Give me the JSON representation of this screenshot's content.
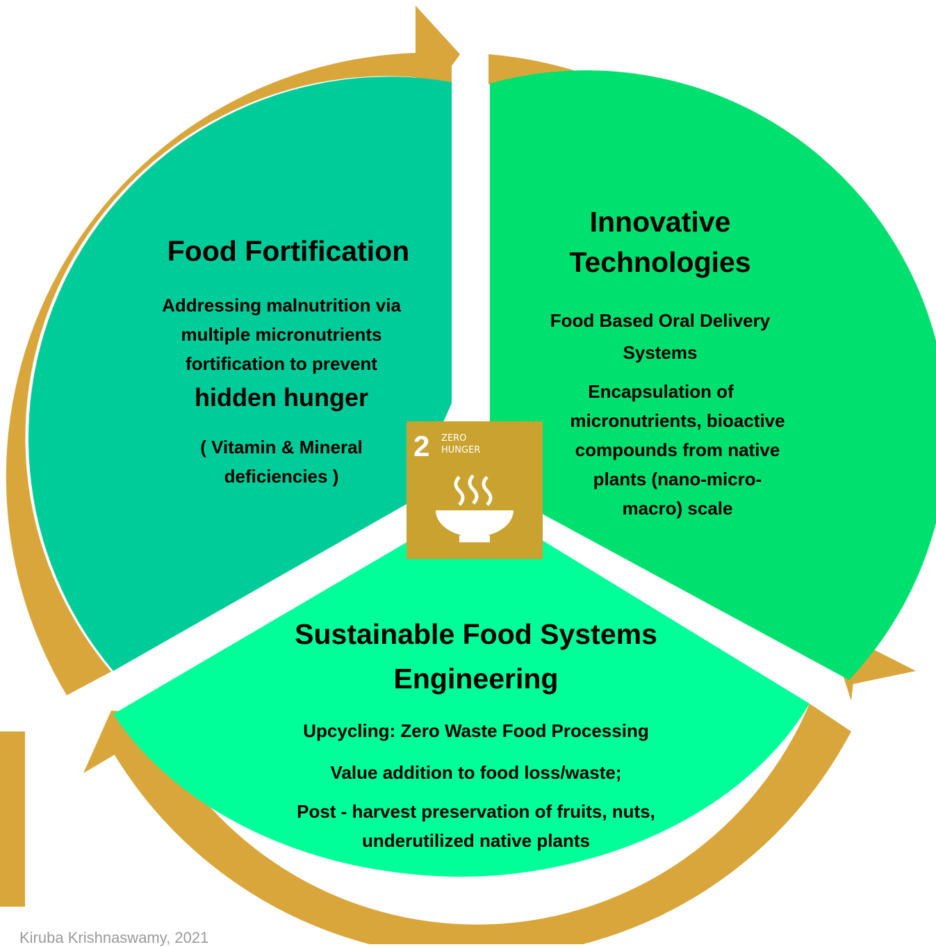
{
  "colors": {
    "ring": "#D9A63C",
    "segment_left": "#00CC99",
    "segment_right": "#00E06E",
    "segment_bottom": "#00FF99",
    "badge": "#C9A230",
    "credit": "#9A9A9A"
  },
  "segments": {
    "food_fortification": {
      "title": "Food Fortification",
      "body_lines": [
        "Addressing malnutrition via",
        "multiple micronutrients",
        "fortification  to  prevent"
      ],
      "emphasis": "hidden hunger",
      "note_lines": [
        "( Vitamin & Mineral",
        "deficiencies )"
      ]
    },
    "innovative_technologies": {
      "title_lines": [
        "Innovative",
        "Technologies"
      ],
      "sub_lines": [
        "Food Based Oral Delivery",
        "Systems"
      ],
      "body_lines": [
        "Encapsulation of",
        "micronutrients,  bioactive",
        "compounds from native",
        "plants (nano-micro-",
        "macro) scale"
      ]
    },
    "sustainable_food_systems": {
      "title_lines": [
        "Sustainable Food Systems",
        "Engineering"
      ],
      "line1": "Upcycling: Zero Waste Food Processing",
      "line2": "Value addition to food loss/waste;",
      "line3_lines": [
        "Post - harvest  preservation  of  fruits, nuts,",
        "underutilized native plants"
      ]
    }
  },
  "badge": {
    "number": "2",
    "label_lines": [
      "ZERO",
      "HUNGER"
    ],
    "icon": "steaming-bowl-icon"
  },
  "credit": "Kiruba Krishnaswamy, 2021"
}
